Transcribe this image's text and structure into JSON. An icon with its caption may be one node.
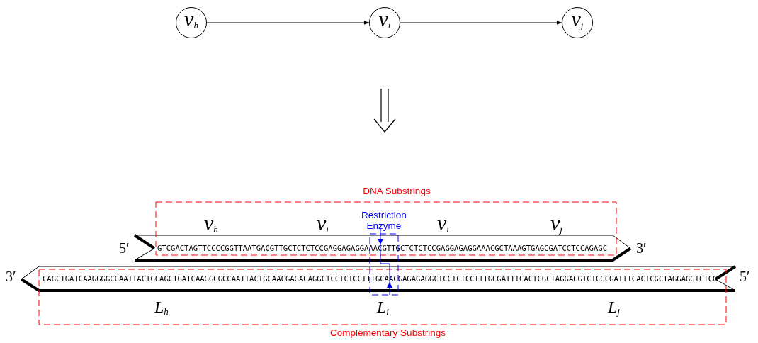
{
  "diagram": {
    "nodes": [
      {
        "text": [
          "v$_{h}$"
        ]
      },
      {
        "text": [
          "v$_{i}$"
        ]
      },
      {
        "text": [
          "v$_{j}$"
        ]
      },
      {
        "text": [
          "DNA Substrings"
        ]
      },
      {
        "text": [
          "Complementary Substrings"
        ]
      },
      {
        "text": [
          "Restriction Enzyme"
        ]
      },
      {
        "text": [
          "GTCGACTAGTTCCCCGGTTAATGACGTTGCTCTCTCCGAGGAGAGGAAACGTTGCTCTCTCCGAGGAGAGGAAACGCTAAAGTGAGCGATCCTCCAGAGC"
        ],
        "beside": [
          "5′",
          "3′"
        ]
      },
      {
        "text": [
          "CAGCTGATCAAGGGGCCAATTACTGCAGCTGATCAAGGGGCCAATTACTGCAACGAGAGAGGCTCCTCTCCTTTGCAACGAGAGAGGCTCCTCTCCTTTGCGATTTCACTCGCTAGGAGGTCTCGCGATTTCACTCGCTAGGAGGTCTCG"
        ],
        "beside": [
          "3′",
          "5′"
        ]
      }
    ],
    "edges": [
      {
        "from": 0,
        "to": 1,
        "arrow": "to"
      },
      {
        "from": 1,
        "to": 2,
        "arrow": "to"
      },
      {
        "from": 5,
        "to": 6,
        "arrow": "to",
        "color": "#0000ff"
      },
      {
        "from": 6,
        "to": 7,
        "arrow": "to",
        "color": "#0000ff"
      }
    ],
    "labels": [
      "v$_{h}$",
      "v$_{i}$",
      "v$_{i}$",
      "v$_{j}$",
      "L$_{h}$",
      "L$_{i}$",
      "L$_{j}$"
    ]
  }
}
